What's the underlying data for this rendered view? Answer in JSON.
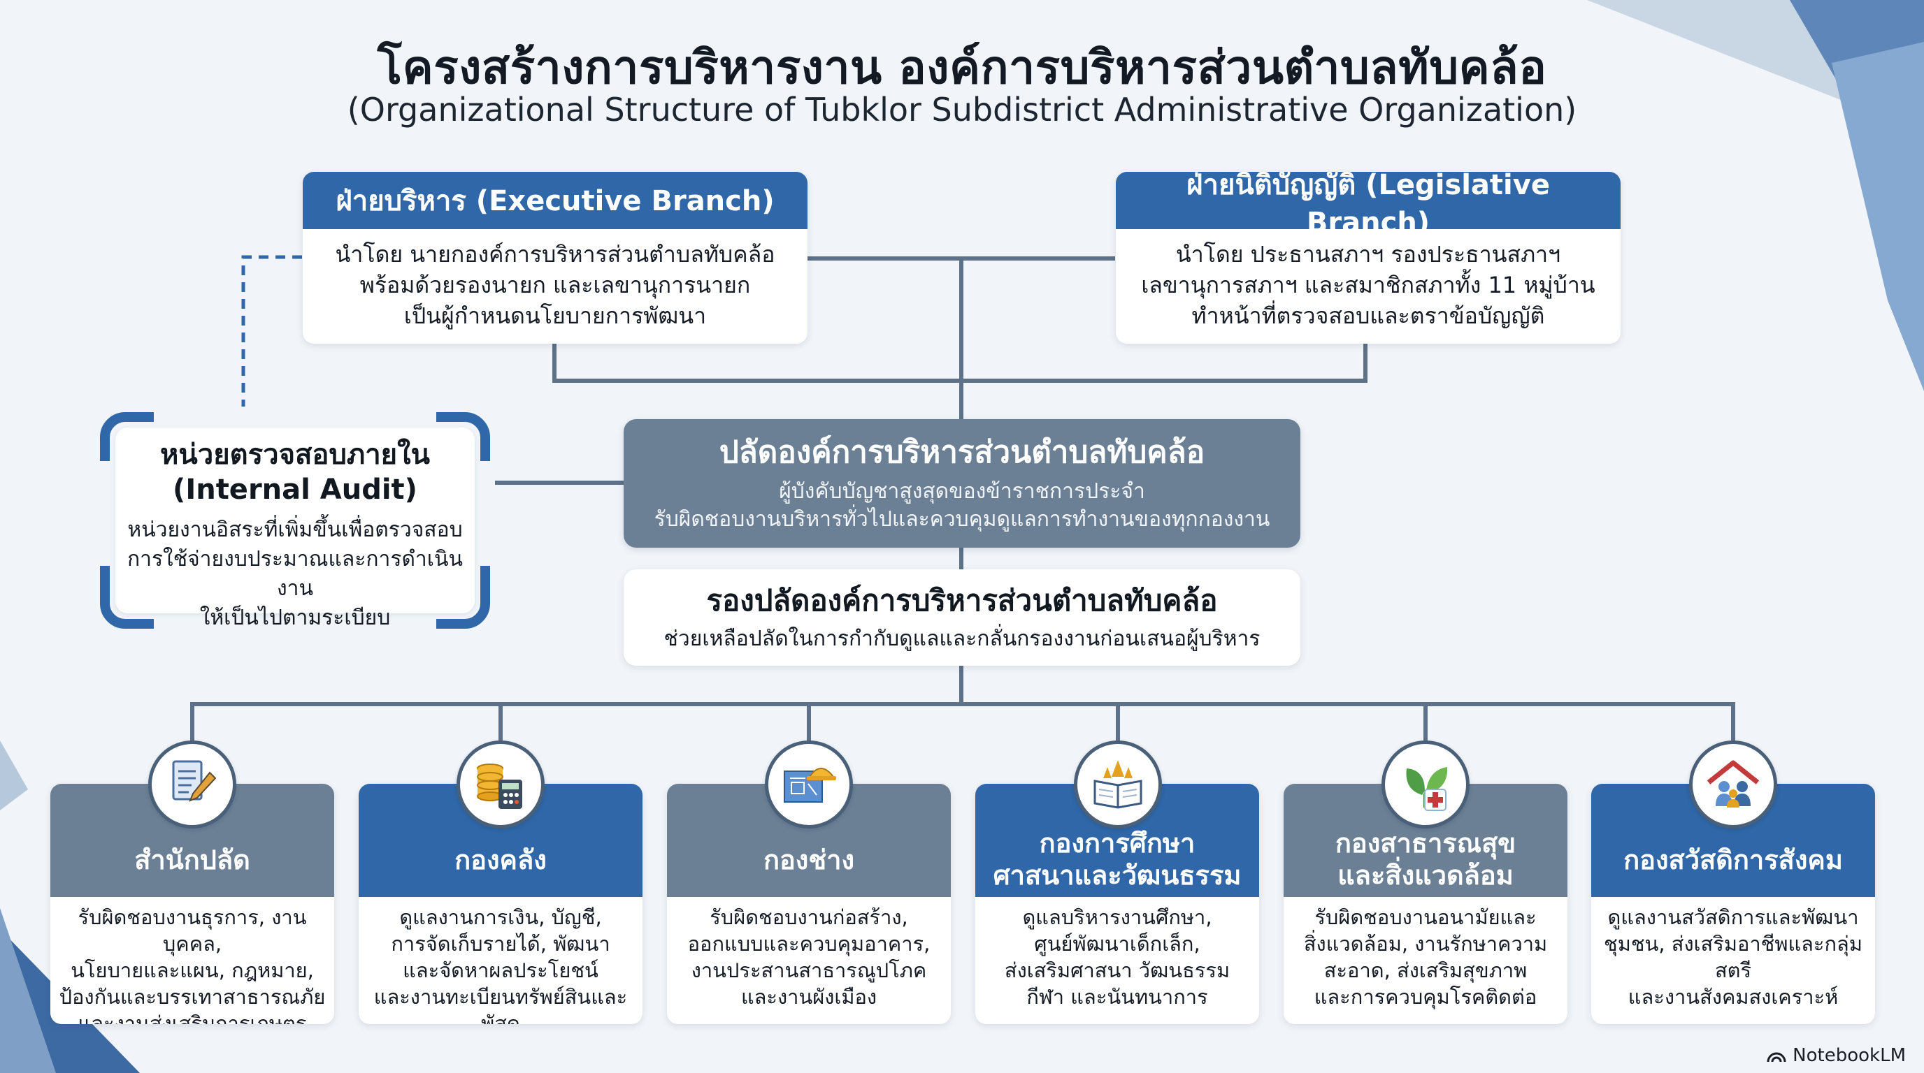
{
  "header": {
    "title": "โครงสร้างการบริหารงาน องค์การบริหารส่วนตำบลทับคล้อ",
    "subtitle": "(Organizational Structure of Tubklor Subdistrict Administrative Organization)"
  },
  "executive": {
    "title": "ฝ่ายบริหาร (Executive Branch)",
    "lines": [
      "นำโดย นายกองค์การบริหารส่วนตำบลทับคล้อ",
      "พร้อมด้วยรองนายก และเลขานุการนายก",
      "เป็นผู้กำหนดนโยบายการพัฒนา"
    ]
  },
  "legislative": {
    "title": "ฝ่ายนิติบัญญัติ (Legislative Branch)",
    "lines": [
      "นำโดย ประธานสภาฯ รองประธานสภาฯ",
      "เลขานุการสภาฯ และสมาชิกสภาทั้ง 11 หมู่บ้าน",
      "ทำหน้าที่ตรวจสอบและตราข้อบัญญัติ"
    ]
  },
  "audit": {
    "title_th": "หน่วยตรวจสอบภายใน",
    "title_en": "(Internal Audit)",
    "lines": [
      "หน่วยงานอิสระที่เพิ่มขึ้นเพื่อตรวจสอบ",
      "การใช้จ่ายงบประมาณและการดำเนินงาน",
      "ให้เป็นไปตามระเบียบ"
    ]
  },
  "clerk": {
    "title": "ปลัดองค์การบริหารส่วนตำบลทับคล้อ",
    "lines": [
      "ผู้บังคับบัญชาสูงสุดของข้าราชการประจำ",
      "รับผิดชอบงานบริหารทั่วไปและควบคุมดูแลการทำงานของทุกกองงาน"
    ]
  },
  "deputy": {
    "title": "รองปลัดองค์การบริหารส่วนตำบลทับคล้อ",
    "desc": "ช่วยเหลือปลัดในการกำกับดูแลและกลั่นกรองงานก่อนเสนอผู้บริหาร"
  },
  "divisions": [
    {
      "title_lines": [
        "สำนักปลัด"
      ],
      "icon": "document-pen-icon",
      "lines": [
        "รับผิดชอบงานธุรการ, งานบุคคล,",
        "นโยบายและแผน, กฎหมาย,",
        "ป้องกันและบรรเทาสาธารณภัย",
        "และงานส่งเสริมการเกษตร"
      ]
    },
    {
      "title_lines": [
        "กองคลัง"
      ],
      "icon": "coins-calculator-icon",
      "lines": [
        "ดูแลงานการเงิน, บัญชี,",
        "การจัดเก็บรายได้, พัฒนา",
        "และจัดหาผลประโยชน์",
        "และงานทะเบียนทรัพย์สินและพัสดุ"
      ]
    },
    {
      "title_lines": [
        "กองช่าง"
      ],
      "icon": "blueprint-helmet-icon",
      "lines": [
        "รับผิดชอบงานก่อสร้าง,",
        "ออกแบบและควบคุมอาคาร,",
        "งานประสานสาธารณูปโภค",
        "และงานผังเมือง"
      ]
    },
    {
      "title_lines": [
        "กองการศึกษา",
        "ศาสนาและวัฒนธรรม"
      ],
      "icon": "book-temple-icon",
      "lines": [
        "ดูแลบริหารงานศึกษา,",
        "ศูนย์พัฒนาเด็กเล็ก,",
        "ส่งเสริมศาสนา วัฒนธรรม",
        "กีฬา และนันทนาการ"
      ]
    },
    {
      "title_lines": [
        "กองสาธารณสุข",
        "และสิ่งแวดล้อม"
      ],
      "icon": "leaf-medical-cross-icon",
      "lines": [
        "รับผิดชอบงานอนามัยและ",
        "สิ่งแวดล้อม, งานรักษาความ",
        "สะอาด, ส่งเสริมสุขภาพ",
        "และการควบคุมโรคติดต่อ"
      ]
    },
    {
      "title_lines": [
        "กองสวัสดิการสังคม"
      ],
      "icon": "family-house-icon",
      "lines": [
        "ดูแลงานสวัสดิการและพัฒนา",
        "ชุมชน, ส่งเสริมอาชีพและกลุ่มสตรี",
        "และงานสังคมสงเคราะห์"
      ]
    }
  ],
  "logo": {
    "text": "NotebookLM"
  },
  "colors": {
    "blue": "#2f67a8",
    "slate": "#6b7f95",
    "background": "#f1f5f9",
    "connector": "#5d7188"
  }
}
